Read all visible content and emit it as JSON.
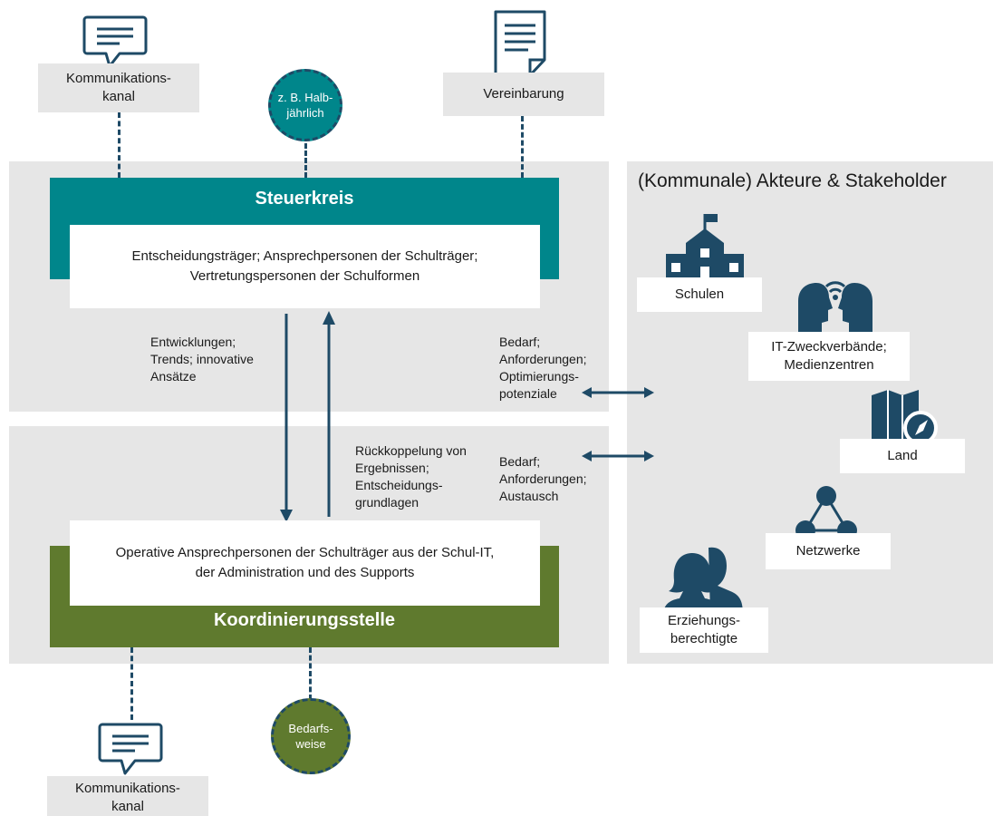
{
  "top": {
    "left_label": "Kommunikations-\nkanal",
    "circle_label": "z. B. Halb-\njährlich",
    "right_label": "Vereinbarung"
  },
  "steuerkreis": {
    "title": "Steuerkreis",
    "members": "Entscheidungsträger; Ansprechpersonen der Schulträger;\nVertretungspersonen der Schulformen"
  },
  "flows": {
    "down": "Entwicklungen;\nTrends; innovative\nAnsätze",
    "up": "Rückkoppelung von\nErgebnissen;\nEntscheidungs-\ngrundlagen",
    "upper_exchange": "Bedarf;\nAnforderungen;\nOptimierungs-\npotenziale",
    "lower_exchange": "Bedarf;\nAnforderungen;\nAustausch"
  },
  "koordinierungsstelle": {
    "title": "Koordinierungsstelle",
    "members": "Operative Ansprechpersonen der Schulträger aus der Schul-IT,\nder Administration und des Supports"
  },
  "bottom": {
    "left_label": "Kommunikations-\nkanal",
    "circle_label": "Bedarfs-\nweise"
  },
  "stakeholders": {
    "title": "(Kommunale) Akteure & Stakeholder",
    "items": [
      {
        "label": "Schulen",
        "icon": "school-icon"
      },
      {
        "label": "IT-Zweckverbände;\nMedienzentren",
        "icon": "people-signal-icon"
      },
      {
        "label": "Land",
        "icon": "map-icon"
      },
      {
        "label": "Netzwerke",
        "icon": "network-icon"
      },
      {
        "label": "Erziehungs-\nberechtigte",
        "icon": "parents-icon"
      }
    ]
  },
  "colors": {
    "teal": "#00868b",
    "olive": "#5f7a2e",
    "navy": "#1e4a66",
    "panel": "#e6e6e6"
  }
}
